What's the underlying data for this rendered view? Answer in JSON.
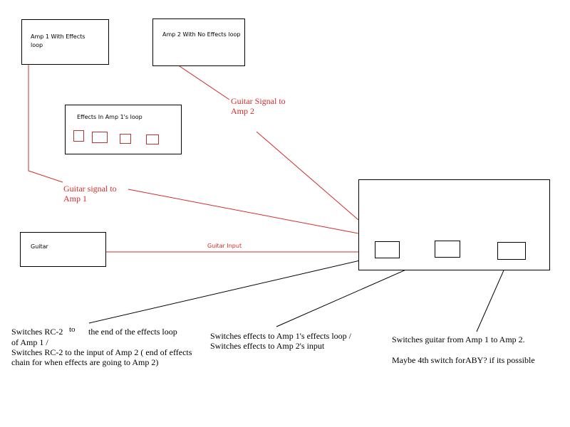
{
  "boxes": {
    "amp1": "Amp 1 With Effects loop",
    "amp2": "Amp 2 With No Effects loop",
    "effects": "Effects In Amp 1's loop",
    "guitar": "Guitar"
  },
  "signals": {
    "to_amp2": "Guitar Signal to Amp 2",
    "to_amp1": "Guitar signal to Amp 1",
    "input": "Guitar Input"
  },
  "notes": {
    "switch1_a": "Switches RC-2",
    "switch1_b": "to",
    "switch1_c": "the end of the effects loop",
    "switch1_d": "of Amp 1 /",
    "switch1_e": "Switches RC-2 to the input of Amp 2 ( end of effects chain for when effects are going to Amp 2)",
    "switch2": "Switches effects to Amp 1's effects loop / Switches effects to Amp 2's input",
    "switch3": "Switches guitar from Amp 1 to Amp 2.",
    "switch4": "Maybe 4th switch forABY? if its possible"
  },
  "colors": {
    "signal": "#d62b2b",
    "outline": "#000000"
  }
}
